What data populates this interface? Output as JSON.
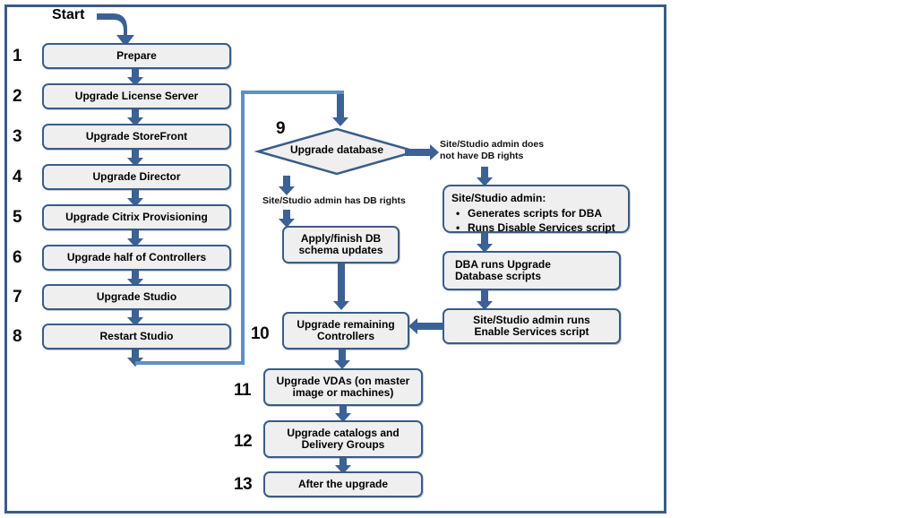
{
  "diagram": {
    "title": "Start",
    "colors": {
      "frame_border": "#3a5c86",
      "box_border": "#3a5c86",
      "box_fill": "#f0efef",
      "arrow": "#3c6195",
      "route_line": "#5f8fc4",
      "text": "#000000"
    },
    "left_column": [
      {
        "number": "1",
        "label": "Prepare"
      },
      {
        "number": "2",
        "label": "Upgrade License Server"
      },
      {
        "number": "3",
        "label": "Upgrade StoreFront"
      },
      {
        "number": "4",
        "label": "Upgrade Director"
      },
      {
        "number": "5",
        "label": "Upgrade Citrix Provisioning"
      },
      {
        "number": "6",
        "label": "Upgrade half of Controllers"
      },
      {
        "number": "7",
        "label": "Upgrade Studio"
      },
      {
        "number": "8",
        "label": "Restart Studio"
      }
    ],
    "decision": {
      "number": "9",
      "label": "Upgrade database",
      "branch_yes_label": "Site/Studio  admin has DB rights",
      "branch_no_label": "Site/Studio  admin does\nnot have  DB rights"
    },
    "middle_column": [
      {
        "number": "",
        "label": "Apply/finish DB\nschema updates"
      },
      {
        "number": "10",
        "label": "Upgrade remaining\nControllers"
      },
      {
        "number": "11",
        "label": "Upgrade VDAs (on master\nimage or machines)"
      },
      {
        "number": "12",
        "label": "Upgrade catalogs and\nDelivery Groups"
      },
      {
        "number": "13",
        "label": "After the upgrade"
      }
    ],
    "right_column": {
      "admin_tasks": {
        "heading": "Site/Studio admin:",
        "bullets": [
          "Generates scripts for DBA",
          "Runs Disable Services script"
        ]
      },
      "dba_box": "DBA runs Upgrade\nDatabase scripts",
      "enable_box": "Site/Studio admin runs\nEnable Services script"
    }
  }
}
